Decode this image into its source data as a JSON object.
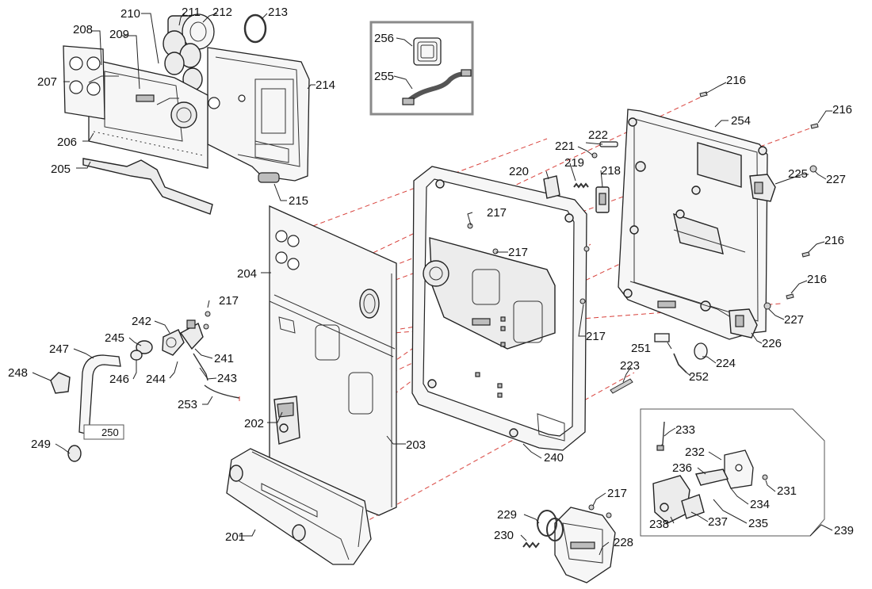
{
  "title": "",
  "callouts": [
    "201",
    "202",
    "203",
    "204",
    "205",
    "206",
    "207",
    "208",
    "209",
    "210",
    "211",
    "212",
    "213",
    "214",
    "215",
    "216",
    "217",
    "218",
    "219",
    "220",
    "221",
    "222",
    "223",
    "224",
    "225",
    "226",
    "227",
    "228",
    "229",
    "230",
    "231",
    "232",
    "233",
    "234",
    "235",
    "236",
    "237",
    "238",
    "239",
    "240",
    "241",
    "242",
    "243",
    "244",
    "245",
    "246",
    "247",
    "248",
    "249",
    "250",
    "251",
    "252",
    "253",
    "254",
    "255",
    "256"
  ],
  "colors": {
    "leader": "#222222",
    "assembly_line": "#d8413b",
    "part_fill": "#ececec",
    "inset_frame": "#8a8a8a"
  }
}
